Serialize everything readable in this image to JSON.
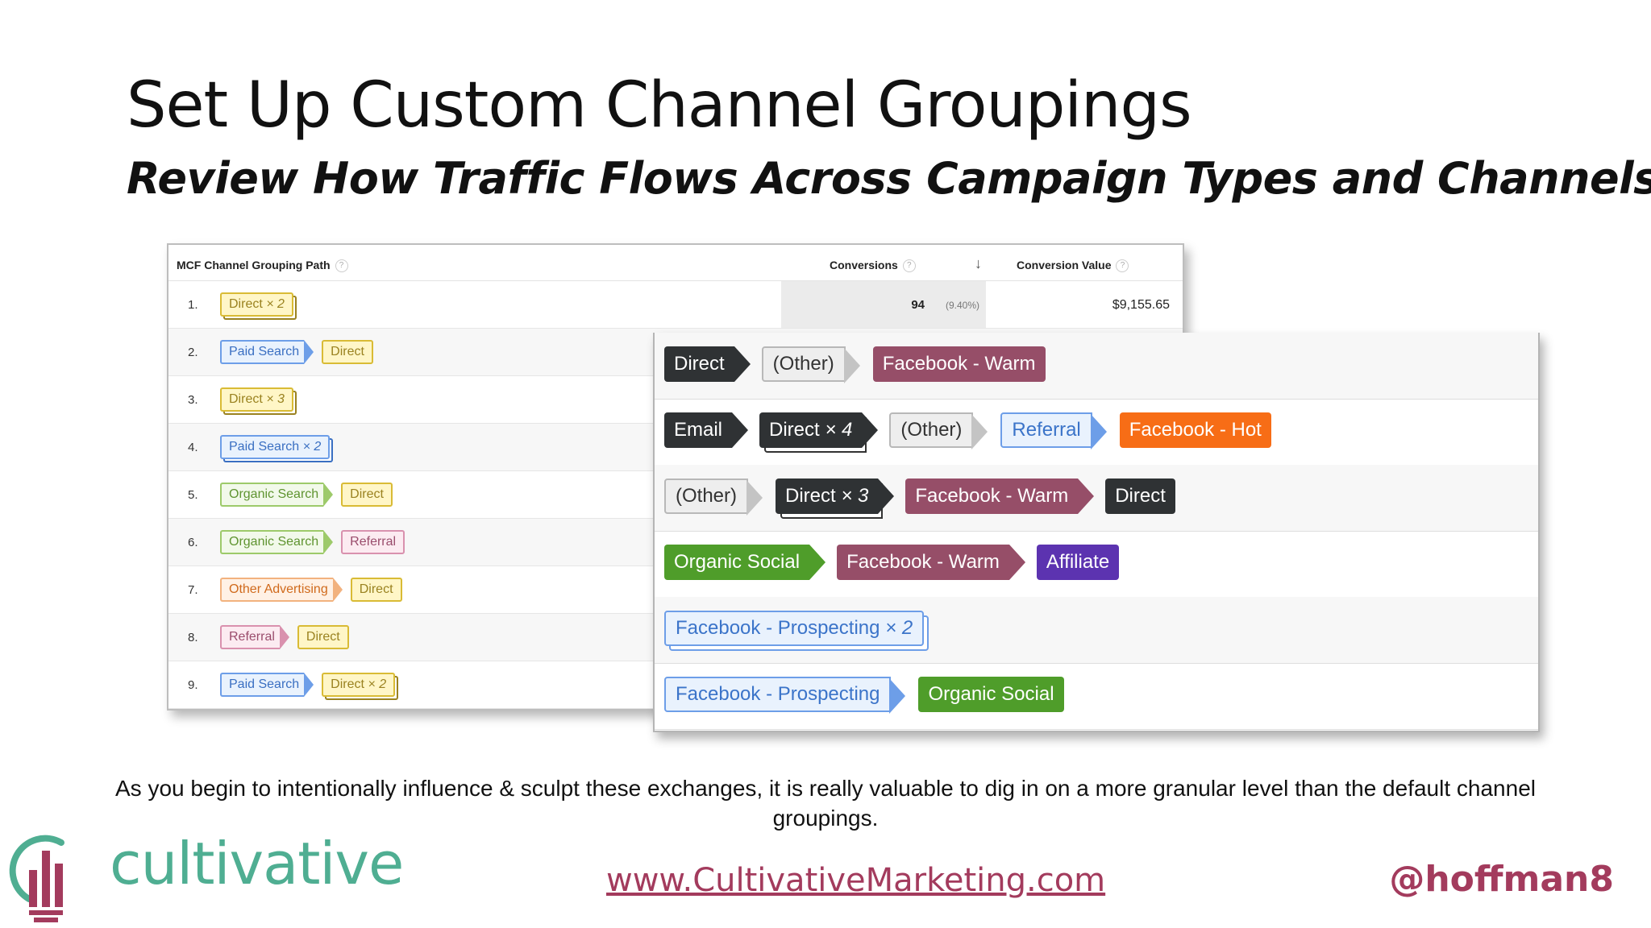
{
  "slide": {
    "title": "Set Up Custom Channel Groupings",
    "subtitle": "Review How Traffic Flows Across Campaign Types and Channels",
    "body": "As you begin to intentionally influence & sculpt these exchanges, it is really valuable to dig in on a more granular level than the default channel groupings."
  },
  "report": {
    "columns": {
      "path": "MCF Channel Grouping Path",
      "conversions": "Conversions",
      "conversion_value": "Conversion Value",
      "help": "?"
    },
    "first_row": {
      "conversions": "94",
      "percent": "(9.40%)",
      "value": "$9,155.65"
    },
    "rows": [
      {
        "num": "1.",
        "tags": [
          {
            "label": "Direct",
            "mult": "× 2",
            "type": "direct"
          }
        ]
      },
      {
        "num": "2.",
        "tags": [
          {
            "label": "Paid Search",
            "type": "paid"
          },
          {
            "label": "Direct",
            "type": "direct"
          }
        ]
      },
      {
        "num": "3.",
        "tags": [
          {
            "label": "Direct",
            "mult": "× 3",
            "type": "direct"
          }
        ]
      },
      {
        "num": "4.",
        "tags": [
          {
            "label": "Paid Search",
            "mult": "× 2",
            "type": "paid"
          }
        ]
      },
      {
        "num": "5.",
        "tags": [
          {
            "label": "Organic Search",
            "type": "organic"
          },
          {
            "label": "Direct",
            "type": "direct"
          }
        ]
      },
      {
        "num": "6.",
        "tags": [
          {
            "label": "Organic Search",
            "type": "organic"
          },
          {
            "label": "Referral",
            "type": "referral"
          }
        ]
      },
      {
        "num": "7.",
        "tags": [
          {
            "label": "Other Advertising",
            "type": "other"
          },
          {
            "label": "Direct",
            "type": "direct"
          }
        ]
      },
      {
        "num": "8.",
        "tags": [
          {
            "label": "Referral",
            "type": "referral"
          },
          {
            "label": "Direct",
            "type": "direct"
          }
        ]
      },
      {
        "num": "9.",
        "tags": [
          {
            "label": "Paid Search",
            "type": "paid"
          },
          {
            "label": "Direct",
            "mult": "× 2",
            "type": "direct"
          }
        ]
      }
    ]
  },
  "custom_paths": [
    {
      "tags": [
        {
          "label": "Direct",
          "type": "direct"
        },
        {
          "label": "(Other)",
          "type": "other"
        },
        {
          "label": "Facebook - Warm",
          "type": "fbwarm"
        }
      ]
    },
    {
      "tags": [
        {
          "label": "Email",
          "type": "email"
        },
        {
          "label": "Direct",
          "mult": "× 4",
          "type": "direct"
        },
        {
          "label": "(Other)",
          "type": "other"
        },
        {
          "label": "Referral",
          "type": "referral"
        },
        {
          "label": "Facebook - Hot",
          "type": "fbhot"
        }
      ]
    },
    {
      "tags": [
        {
          "label": "(Other)",
          "type": "other"
        },
        {
          "label": "Direct",
          "mult": "× 3",
          "type": "direct"
        },
        {
          "label": "Facebook - Warm",
          "type": "fbwarm"
        },
        {
          "label": "Direct",
          "type": "direct"
        }
      ]
    },
    {
      "tags": [
        {
          "label": "Organic Social",
          "type": "orgsocial"
        },
        {
          "label": "Facebook - Warm",
          "type": "fbwarm"
        },
        {
          "label": "Affiliate",
          "type": "affiliate"
        }
      ]
    },
    {
      "tags": [
        {
          "label": "Facebook - Prospecting",
          "mult": "× 2",
          "type": "fbprosp"
        }
      ]
    },
    {
      "tags": [
        {
          "label": "Facebook - Prospecting",
          "type": "fbprosp"
        },
        {
          "label": "Organic Social",
          "type": "orgsocial"
        }
      ]
    }
  ],
  "footer": {
    "brand": "cultivative",
    "url": "www.CultivativeMarketing.com",
    "handle": "@hoffman8",
    "logo_icon": "lightbulb-bars-logo",
    "brand_color": "#4fae92",
    "accent_color": "#a33b5d"
  }
}
